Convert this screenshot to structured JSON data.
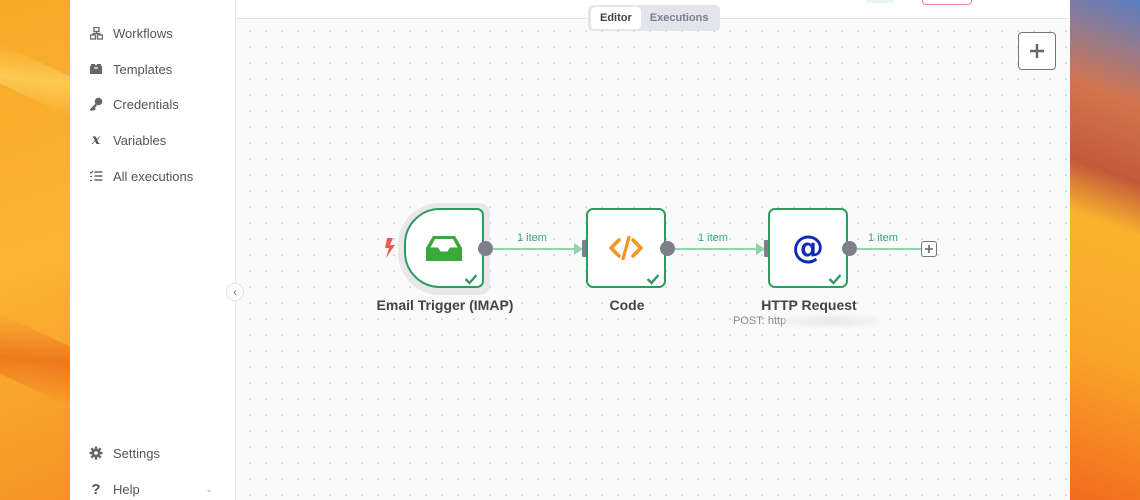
{
  "sidebar": {
    "items": [
      {
        "label": "Workflows",
        "icon": "workflows-icon"
      },
      {
        "label": "Templates",
        "icon": "templates-icon"
      },
      {
        "label": "Credentials",
        "icon": "key-icon"
      },
      {
        "label": "Variables",
        "icon": "variables-icon"
      },
      {
        "label": "All executions",
        "icon": "executions-list-icon"
      }
    ],
    "bottom": [
      {
        "label": "Settings",
        "icon": "gear-icon"
      },
      {
        "label": "Help",
        "icon": "question-icon"
      }
    ]
  },
  "header": {
    "tabs": [
      {
        "label": "Editor",
        "active": true
      },
      {
        "label": "Executions",
        "active": false
      }
    ]
  },
  "workflow": {
    "nodes": [
      {
        "name": "Email Trigger (IMAP)",
        "type": "trigger",
        "icon": "inbox-icon",
        "status": "success"
      },
      {
        "name": "Code",
        "type": "code",
        "icon": "code-icon",
        "status": "success"
      },
      {
        "name": "HTTP Request",
        "type": "http",
        "icon": "at-icon",
        "status": "success",
        "subtitle": "POST: http"
      }
    ],
    "connections": [
      {
        "label": "1 item"
      },
      {
        "label": "1 item"
      },
      {
        "label": "1 item"
      }
    ]
  },
  "colors": {
    "success": "#2e9b62",
    "edge": "#8fd6ac",
    "code_icon": "#f7941d",
    "http_icon": "#0f2bb6",
    "trigger_icon": "#3aa83a",
    "trigger_bolt": "#ee5a4f"
  }
}
